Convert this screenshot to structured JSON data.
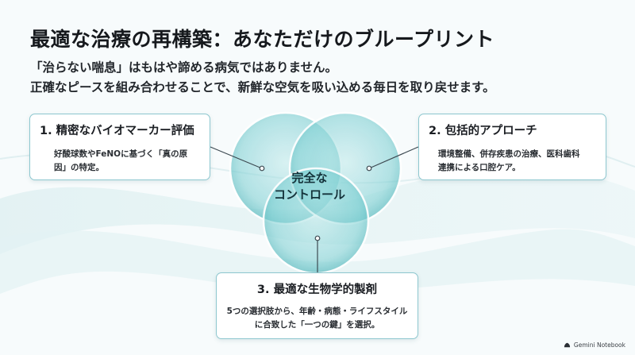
{
  "title": "最適な治療の再構築：あなただけのブループリント",
  "subtitle_lines": [
    "「治らない喘息」はもはや諦める病気ではありません。",
    "正確なピースを組み合わせることで、新鮮な空気を吸い込める毎日を取り戻せます。"
  ],
  "center": {
    "line1": "完全な",
    "line2": "コントロール"
  },
  "cards": [
    {
      "title": "1. 精密なバイオマーカー評価",
      "body_line1": "好酸球数やFeNOに基づく「真の原",
      "body_line2": "因」の特定。"
    },
    {
      "title": "2. 包括的アプローチ",
      "body_line1": "環境整備、併存疾患の治療、医科歯科",
      "body_line2": "連携による口腔ケア。"
    },
    {
      "title": "3. 最適な生物学的製剤",
      "body_line1": "5つの選択肢から、年齢・病態・ライフスタイル",
      "body_line2": "に合致した「一つの鍵」を選択。"
    }
  ],
  "footer": {
    "brand": "Gemini Notebook",
    "icon": "gemini-notebook-icon"
  },
  "colors": {
    "circle_fill": "#7fd0d3",
    "circle_stroke": "#ffffff",
    "card_border": "#8dc7cf",
    "connector": "#3d4a52"
  }
}
